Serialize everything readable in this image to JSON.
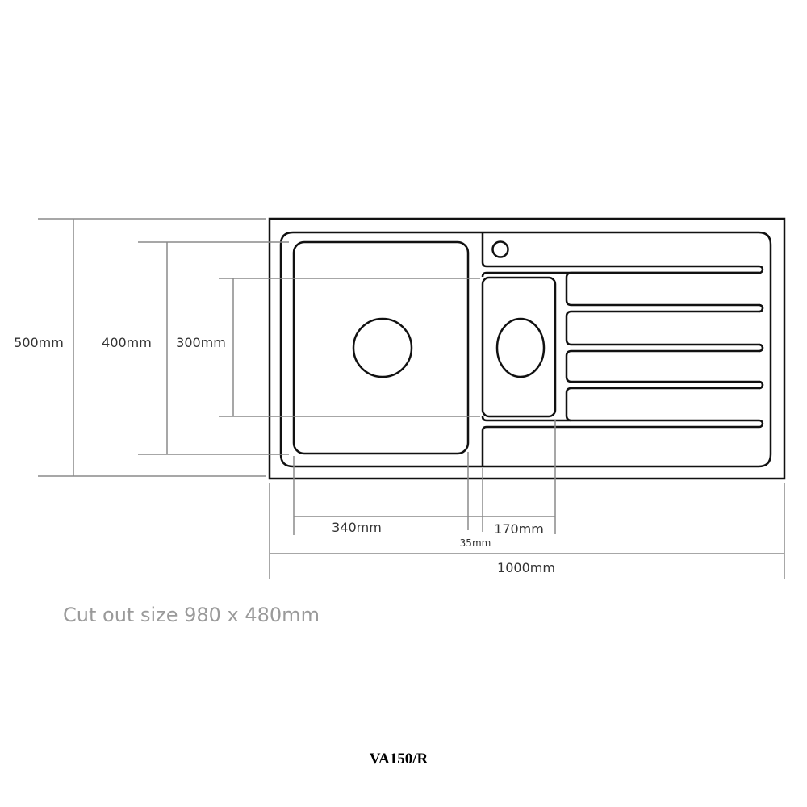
{
  "dimensions": {
    "overall_height": "500mm",
    "bowl_height": "400mm",
    "half_bowl_height": "300mm",
    "bowl_width": "340mm",
    "gap_width": "35mm",
    "half_bowl_width": "170mm",
    "overall_width": "1000mm"
  },
  "cutout_note": "Cut out size 980 x 480mm",
  "model": "VA150/R",
  "colors": {
    "outline": "#111111",
    "dimension_lines": "#8a8a8a",
    "note_text": "#9a9a9a"
  }
}
